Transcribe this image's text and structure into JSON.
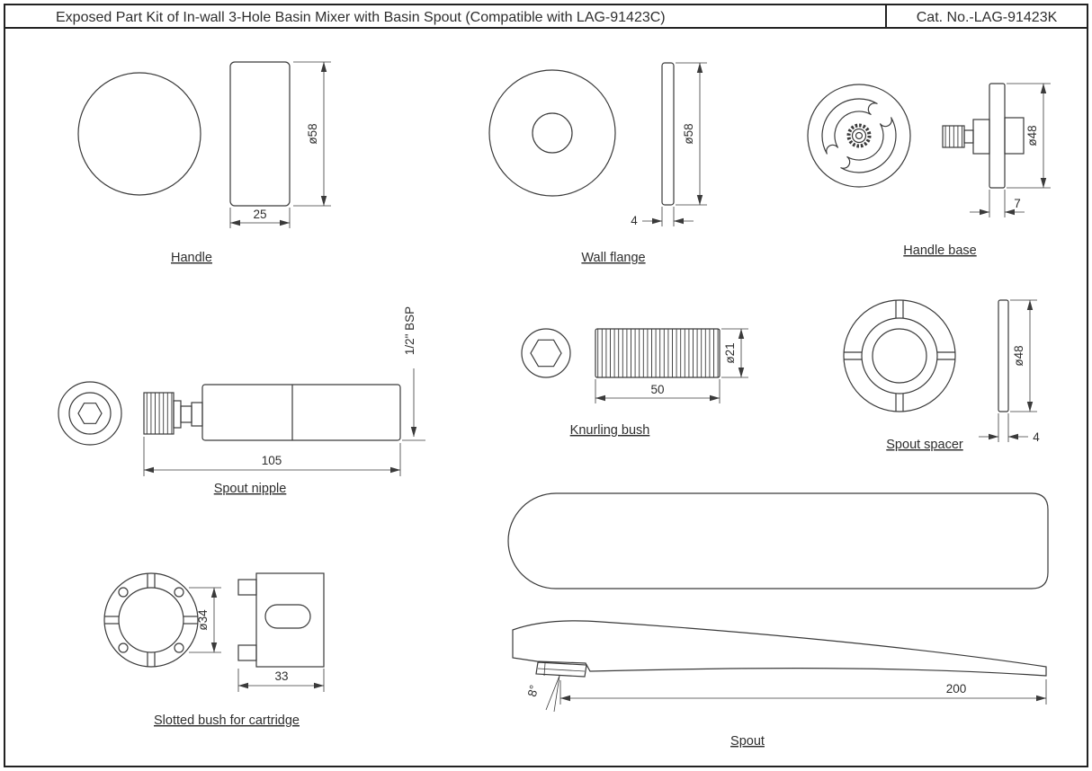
{
  "header": {
    "title": "Exposed Part Kit of In-wall 3-Hole Basin Mixer with Basin Spout (Compatible with LAG-91423C)",
    "cat_no": "Cat. No.-LAG-91423K"
  },
  "colors": {
    "line": "#3a3a3a",
    "background": "#ffffff"
  },
  "parts": {
    "handle": {
      "label": "Handle",
      "diameter": "ø58",
      "width": "25"
    },
    "wall_flange": {
      "label": "Wall flange",
      "diameter": "ø58",
      "thickness": "4"
    },
    "handle_base": {
      "label": "Handle base",
      "diameter": "ø48",
      "thickness": "7"
    },
    "spout_nipple": {
      "label": "Spout nipple",
      "length": "105",
      "thread": "1/2\" BSP"
    },
    "knurling_bush": {
      "label": "Knurling bush",
      "length": "50",
      "diameter": "ø21"
    },
    "spout_spacer": {
      "label": "Spout spacer",
      "diameter": "ø48",
      "thickness": "4"
    },
    "slotted_bush": {
      "label": "Slotted bush for cartridge",
      "diameter": "ø34",
      "length": "33"
    },
    "spout": {
      "label": "Spout",
      "length": "200",
      "angle": "8°"
    }
  }
}
